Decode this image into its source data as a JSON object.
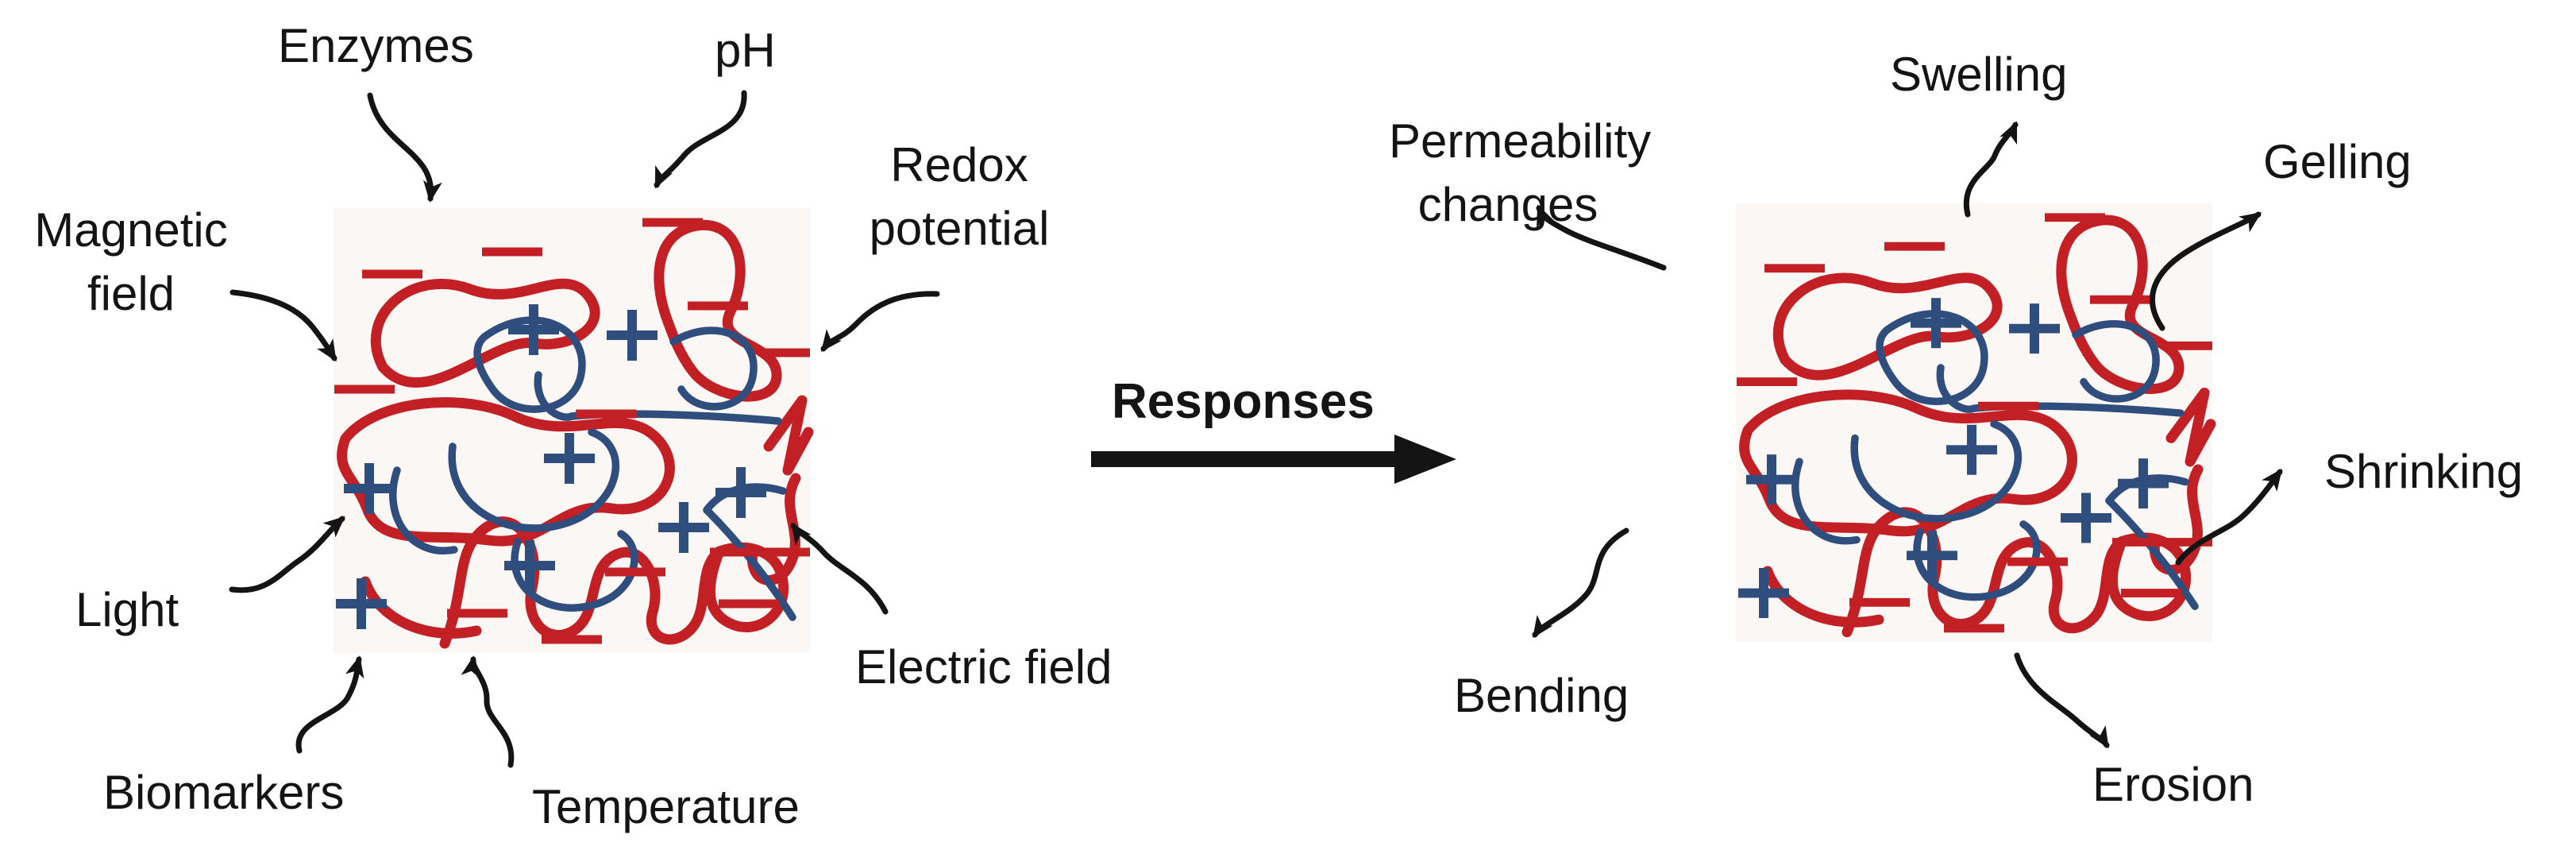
{
  "figure": {
    "kind": "stimuli-responsive polymer network diagram"
  },
  "stimuli": {
    "enzymes": "Enzymes",
    "ph": "pH",
    "magnetic_field": "Magnetic\nfield",
    "light": "Light",
    "biomarkers": "Biomarkers",
    "temperature": "Temperature",
    "redox_potential": "Redox\npotential",
    "electric_field": "Electric field"
  },
  "center": {
    "responses_label": "Responses"
  },
  "responses": {
    "swelling": "Swelling",
    "gelling": "Gelling",
    "permeability_changes": "Permeability\nchanges",
    "shrinking": "Shrinking",
    "bending": "Bending",
    "erosion": "Erosion"
  },
  "colors": {
    "chain_red": "#c32026",
    "chain_blue": "#2f4d7d",
    "ink": "#141414",
    "blob_bg": "#fbf7f5",
    "page_bg": "#ffffff"
  }
}
